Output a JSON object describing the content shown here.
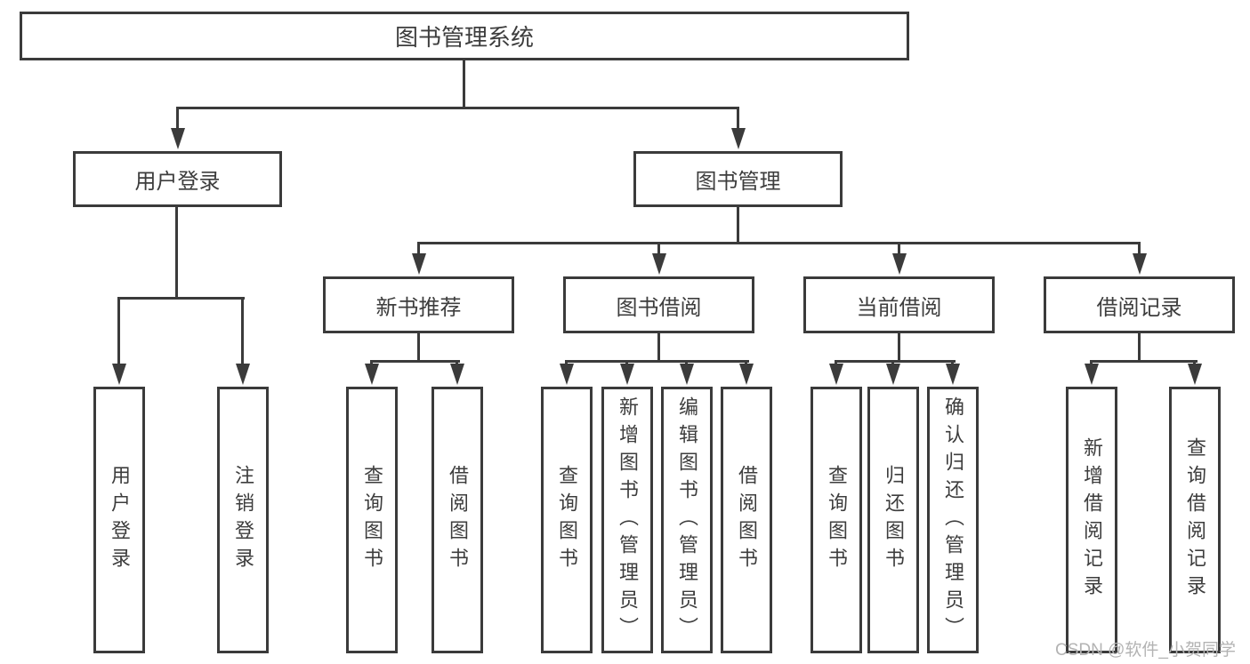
{
  "tree": {
    "label": "图书管理系统",
    "children": [
      {
        "label": "用户登录",
        "children": [
          {
            "label": "用户登录"
          },
          {
            "label": "注销登录"
          }
        ]
      },
      {
        "label": "图书管理",
        "children": [
          {
            "label": "新书推荐",
            "children": [
              {
                "label": "查询图书"
              },
              {
                "label": "借阅图书"
              }
            ]
          },
          {
            "label": "图书借阅",
            "children": [
              {
                "label": "查询图书"
              },
              {
                "label": "新增图书（管理员）"
              },
              {
                "label": "编辑图书（管理员）"
              },
              {
                "label": "借阅图书"
              }
            ]
          },
          {
            "label": "当前借阅",
            "children": [
              {
                "label": "查询图书"
              },
              {
                "label": "归还图书"
              },
              {
                "label": "确认归还（管理员）"
              }
            ]
          },
          {
            "label": "借阅记录",
            "children": [
              {
                "label": "新增借阅记录"
              },
              {
                "label": "查询借阅记录"
              }
            ]
          }
        ]
      }
    ]
  },
  "watermark": {
    "text": "CSDN @软件_小贺同学"
  },
  "colors": {
    "line": "#3b3b3b",
    "text": "#3d3d3d",
    "watermark": "#b3b3b3",
    "background": "#ffffff"
  }
}
